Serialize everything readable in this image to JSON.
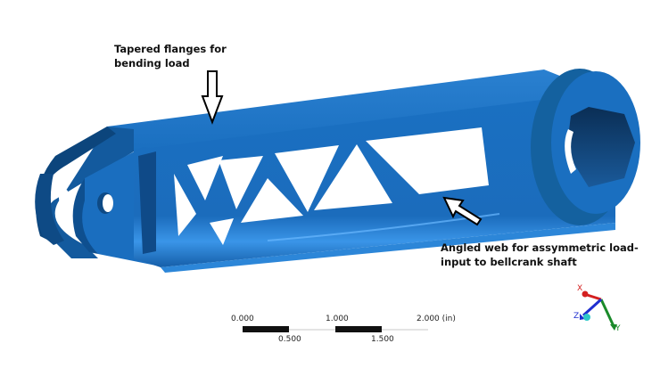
{
  "annotations": {
    "top": {
      "line1": "Tapered flanges for",
      "line2": "bending load"
    },
    "bottom": {
      "line1": "Angled web for assymmetric load-",
      "line2": "input to bellcrank shaft"
    }
  },
  "scale_bar": {
    "labels_top": [
      "0.000",
      "1.000",
      "2.000 (in)"
    ],
    "labels_bottom": [
      "0.500",
      "1.500"
    ],
    "unit": "in"
  },
  "triad": {
    "x_label": "X",
    "y_label": "Y",
    "z_label": "Z",
    "x_color": "#d42020",
    "y_color": "#1a8a2a",
    "z_color": "#1f2fd0"
  },
  "colors": {
    "part_body": "#1a6fc0",
    "part_shadow": "#0d4f8f",
    "part_highlight": "#3a8fe0",
    "background": "#ffffff"
  }
}
